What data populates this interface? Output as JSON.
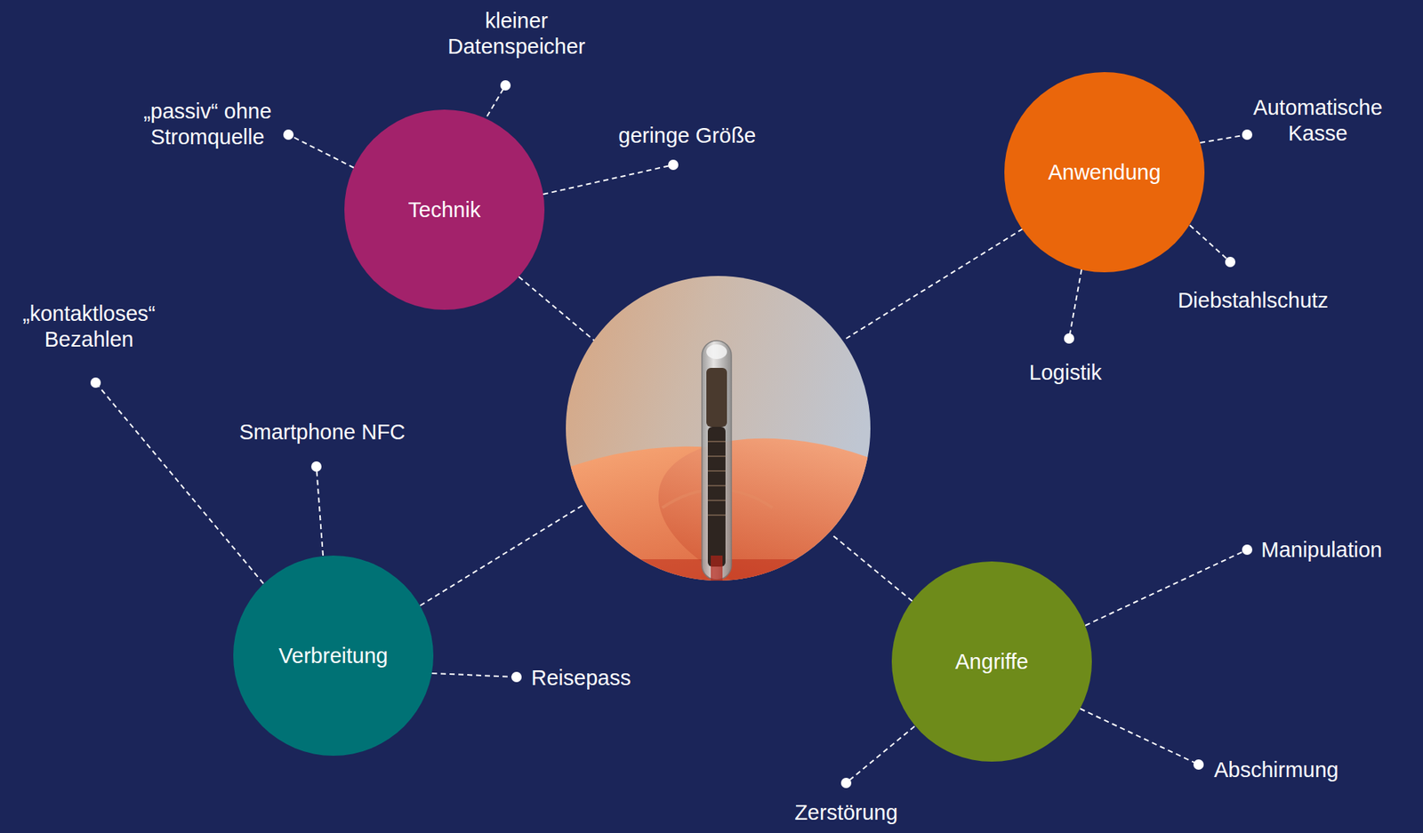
{
  "diagram": {
    "nodes": [
      {
        "text": [
          "Technik"
        ]
      },
      {
        "text": [
          "Anwendung"
        ]
      },
      {
        "text": [
          "Verbreitung"
        ]
      },
      {
        "text": [
          "Angriffe"
        ]
      }
    ],
    "labels": [
      "kleiner Datenspeicher",
      "„passiv“ ohne Stromquelle",
      "geringe Größe",
      "Automatische Kasse",
      "Diebstahlschutz",
      "Logistik",
      "„kontaktloses“ Bezahlen",
      "Smartphone NFC",
      "Reisepass",
      "Manipulation",
      "Abschirmung",
      "Zerstörung"
    ]
  }
}
